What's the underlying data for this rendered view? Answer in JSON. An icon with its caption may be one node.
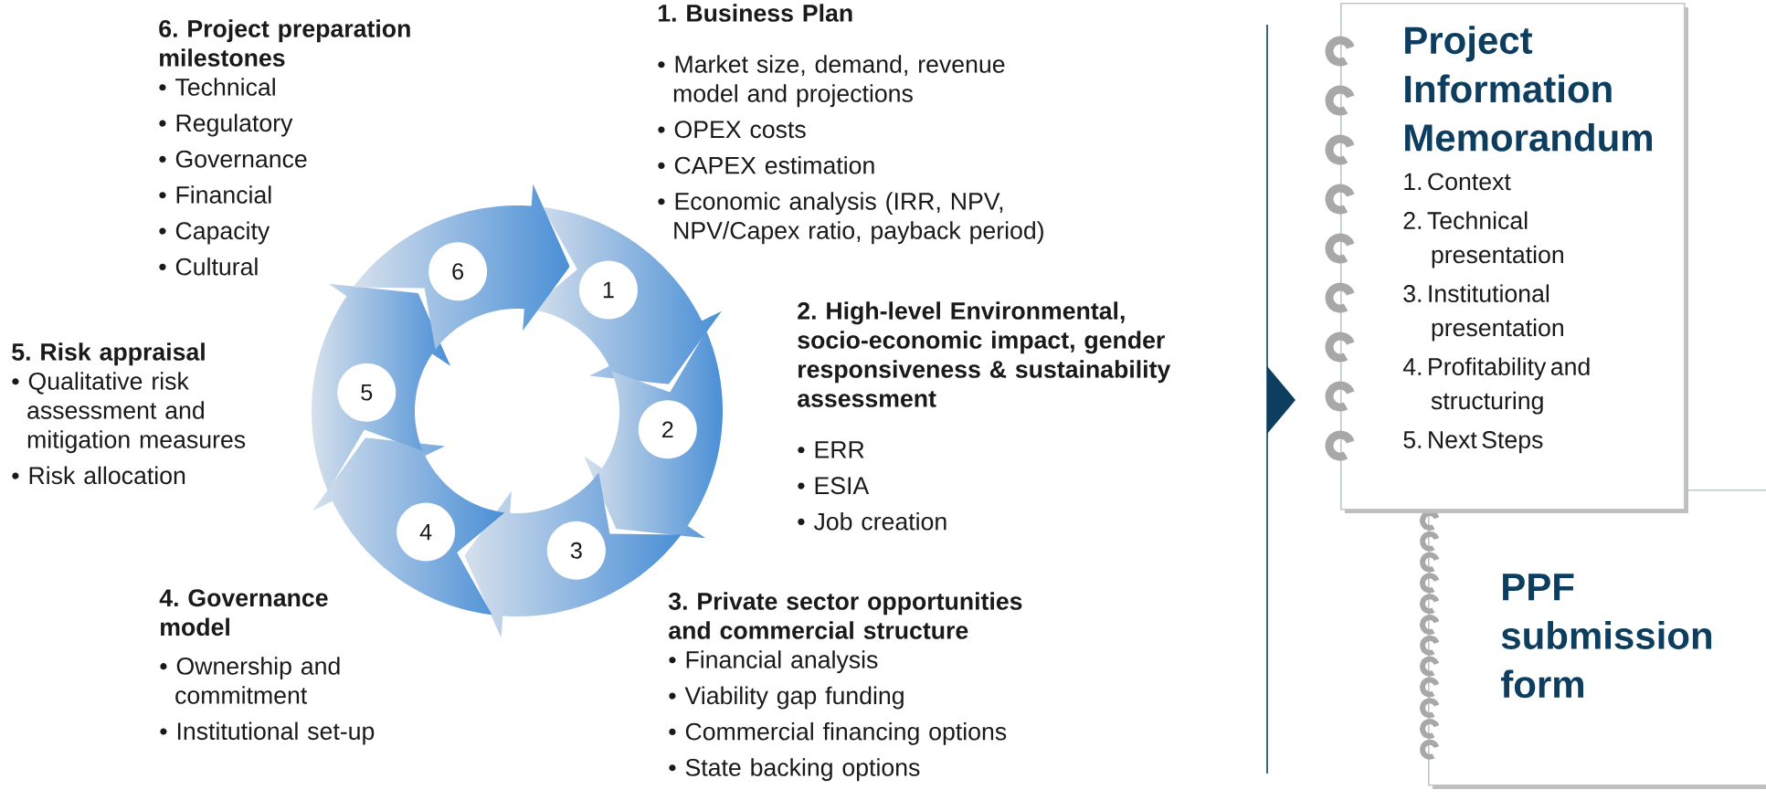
{
  "diagram": {
    "nodes": [
      {
        "text": [
          "1"
        ]
      },
      {
        "text": [
          "2"
        ]
      },
      {
        "text": [
          "3"
        ]
      },
      {
        "text": [
          "4"
        ]
      },
      {
        "text": [
          "5"
        ]
      },
      {
        "text": [
          "6"
        ]
      },
      {
        "text": [
          "Project Information Memorandum",
          "1. Context",
          "2. Technical presentation",
          "3. Institutional presentation",
          "4. Profitability and structuring",
          "5. Next Steps"
        ]
      },
      {
        "text": [
          "PPF submission form"
        ]
      }
    ],
    "labels": [
      "6. Project preparation milestones",
      "• Technical",
      "• Regulatory",
      "• Governance",
      "• Financial",
      "• Capacity",
      "• Cultural",
      "1. Business Plan",
      "• Market size, demand, revenue model and projections",
      "• OPEX costs",
      "• CAPEX estimation",
      "• Economic analysis (IRR, NPV, NPV/Capex ratio, payback period)",
      "5. Risk appraisal",
      "• Qualitative risk assessment and mitigation measures",
      "• Risk allocation",
      "2. High-level Environmental, socio-economic impact, gender responsiveness & sustainability assessment",
      "• ERR",
      "• ESIA",
      "• Job creation",
      "4. Governance model",
      "• Ownership and commitment",
      "• Institutional set-up",
      "3. Private sector opportunities and commercial structure",
      "• Financial analysis",
      "• Viability gap funding",
      "• Commercial financing options",
      "• State backing options"
    ]
  }
}
